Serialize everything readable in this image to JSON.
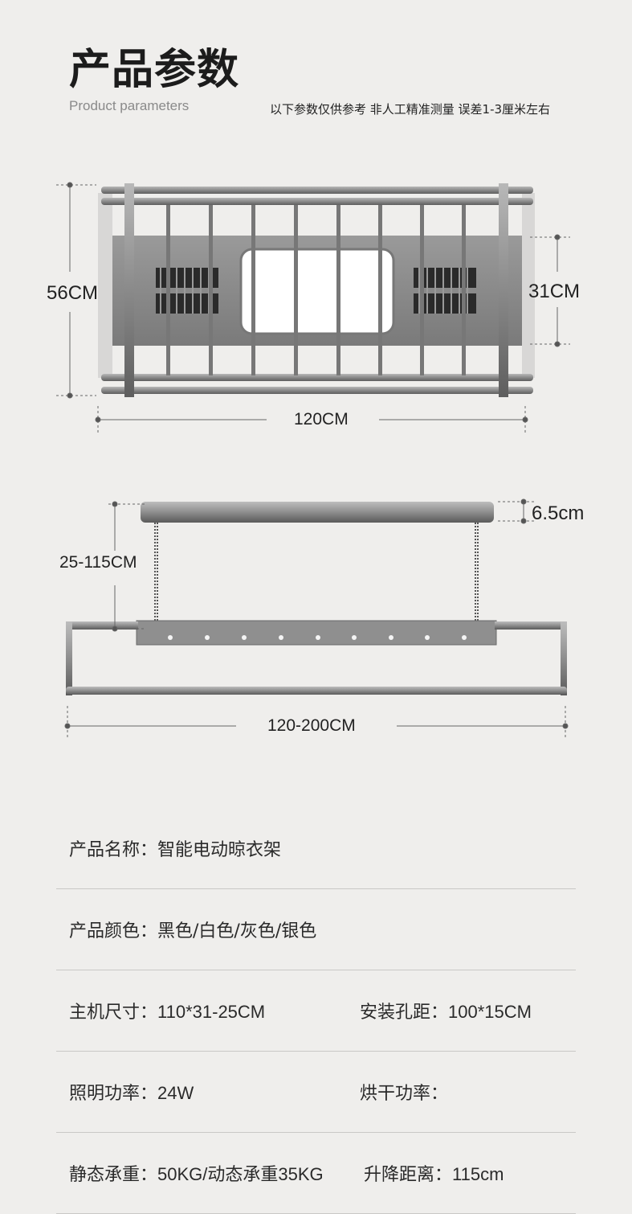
{
  "header": {
    "title": "产品参数",
    "subtitle": "Product parameters",
    "note": "以下参数仅供参考 非人工精准测量 误差1-3厘米左右"
  },
  "top_view": {
    "width_label": "120CM",
    "depth_label": "56CM",
    "panel_depth_label": "31CM"
  },
  "side_view": {
    "height_label": "6.5cm",
    "drop_label": "25-115CM",
    "extend_label": "120-200CM"
  },
  "specs": [
    {
      "left_key": "产品名称：",
      "left_val": "智能电动晾衣架"
    },
    {
      "left_key": "产品颜色：",
      "left_val": "黑色/白色/灰色/银色"
    },
    {
      "left_key": "主机尺寸：",
      "left_val": "110*31-25CM",
      "right_key": "安装孔距：",
      "right_val": "100*15CM"
    },
    {
      "left_key": "照明功率：",
      "left_val": "24W",
      "right_key": "烘干功率：",
      "right_val": ""
    },
    {
      "left_key": "静态承重：",
      "left_val": "50KG/动态承重35KG",
      "right_key": "升降距离：",
      "right_val": "115cm"
    }
  ],
  "colors": {
    "frame": "#8a8a8a",
    "dark": "#6f6f6f",
    "line": "#555555"
  }
}
